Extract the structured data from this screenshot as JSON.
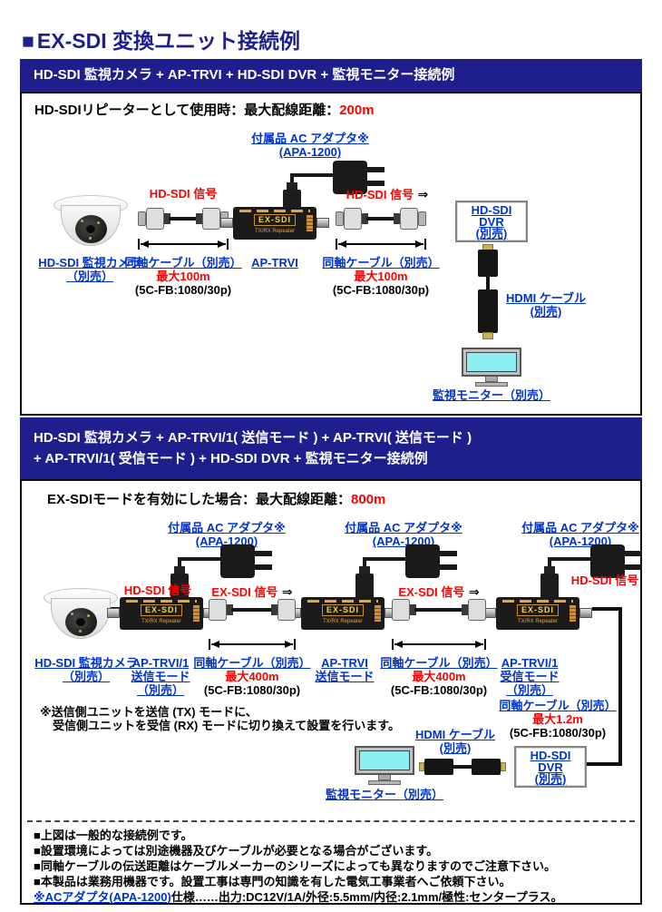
{
  "title": {
    "bullet": "■",
    "text": "EX-SDI 変換ユニット接続例"
  },
  "colors": {
    "navy": "#1e1e8c",
    "red": "#ff0000",
    "link_blue": "#0033cc",
    "screen_cyan": "#8ceef0",
    "unit_black": "#1b1b1b",
    "accent_orange": "#e8a33d"
  },
  "device": {
    "name": "EX-SDI",
    "sub": "TX/RX Repeater"
  },
  "section1": {
    "header": "HD-SDI 監視カメラ + AP-TRVI + HD-SDI DVR + 監視モニター接続例",
    "subtitle": {
      "label": "HD-SDIリピーターとして使用時：最大配線距離：",
      "value": "200m"
    },
    "ac_adapter": {
      "line1": "付属品 AC アダプタ※",
      "line2": "(APA-1200)"
    },
    "camera": {
      "line1": "HD-SDI 監視カメラ",
      "line2": "（別売）"
    },
    "signal_left": "HD-SDI 信号",
    "signal_right": {
      "text": "HD-SDI 信号",
      "arrow": "⇒"
    },
    "cable_left": {
      "line1": "同軸ケーブル（別売）",
      "line2": "最大100m",
      "line3": "(5C-FB:1080/30p)"
    },
    "cable_right": {
      "line1": "同軸ケーブル（別売）",
      "line2": "最大100m",
      "line3": "(5C-FB:1080/30p)"
    },
    "unit_label": "AP-TRVI",
    "dvr": {
      "line1": "HD-SDI",
      "line2": "DVR",
      "line3": "(別売)"
    },
    "hdmi": {
      "line1": "HDMI ケーブル",
      "line2": "(別売)"
    },
    "monitor": "監視モニター（別売）"
  },
  "section2": {
    "header": {
      "line1": "HD-SDI 監視カメラ + AP-TRVI/1( 送信モード ) + AP-TRVI( 送信モード )",
      "line2": "+ AP-TRVI/1( 受信モード ) + HD-SDI DVR + 監視モニター接続例"
    },
    "subtitle": {
      "label": "EX-SDIモードを有効にした場合：最大配線距離：",
      "value": "800m"
    },
    "ac_adapter": {
      "line1": "付属品 AC アダプタ※",
      "line2": "(APA-1200)"
    },
    "signal_camera": "HD-SDI 信号",
    "signal_ex1": {
      "text": "EX-SDI 信号",
      "arrow": "⇒"
    },
    "signal_ex2": {
      "text": "EX-SDI 信号",
      "arrow": "⇒"
    },
    "signal_dvr": "HD-SDI 信号",
    "camera": {
      "line1": "HD-SDI 監視カメラ",
      "line2": "（別売）"
    },
    "unit1": {
      "line1": "AP-TRVI/1",
      "line2": "送信モード",
      "line3": "（別売）"
    },
    "unit2": {
      "line1": "AP-TRVI",
      "line2": "送信モード"
    },
    "unit3": {
      "line1": "AP-TRVI/1",
      "line2": "受信モード",
      "line3": "（別売）"
    },
    "cable1": {
      "line1": "同軸ケーブル（別売）",
      "line2": "最大400m",
      "line3": "(5C-FB:1080/30p)"
    },
    "cable2": {
      "line1": "同軸ケーブル（別売）",
      "line2": "最大400m",
      "line3": "(5C-FB:1080/30p)"
    },
    "cable3": {
      "line1": "同軸ケーブル（別売）",
      "line2": "最大1.2m",
      "line3": "(5C-FB:1080/30p)"
    },
    "note": {
      "line1": "※送信側ユニットを送信 (TX) モードに、",
      "line2": "受信側ユニットを受信 (RX) モードに切り換えて設置を行います。"
    },
    "hdmi": {
      "line1": "HDMI ケーブル",
      "line2": "(別売)"
    },
    "monitor": "監視モニター（別売）",
    "dvr": {
      "line1": "HD-SDI",
      "line2": "DVR",
      "line3": "(別売)"
    }
  },
  "footer": {
    "notes": [
      "■上図は一般的な接続例です。",
      "■設置環境によっては別途機器及びケーブルが必要となる場合がございます。",
      "■同軸ケーブルの伝送距離はケーブルメーカーのシリーズによっても異なりますのでご注意下さい。",
      "■本製品は業務用機器です。設置工事は専門の知識を有した電気工事業者へご依頼下さい。"
    ],
    "spec": {
      "link": "※ACアダプタ(APA-1200)",
      "rest": "仕様……出力:DC12V/1A/外径:5.5mm/内径:2.1mm/極性:センタープラス。"
    }
  }
}
